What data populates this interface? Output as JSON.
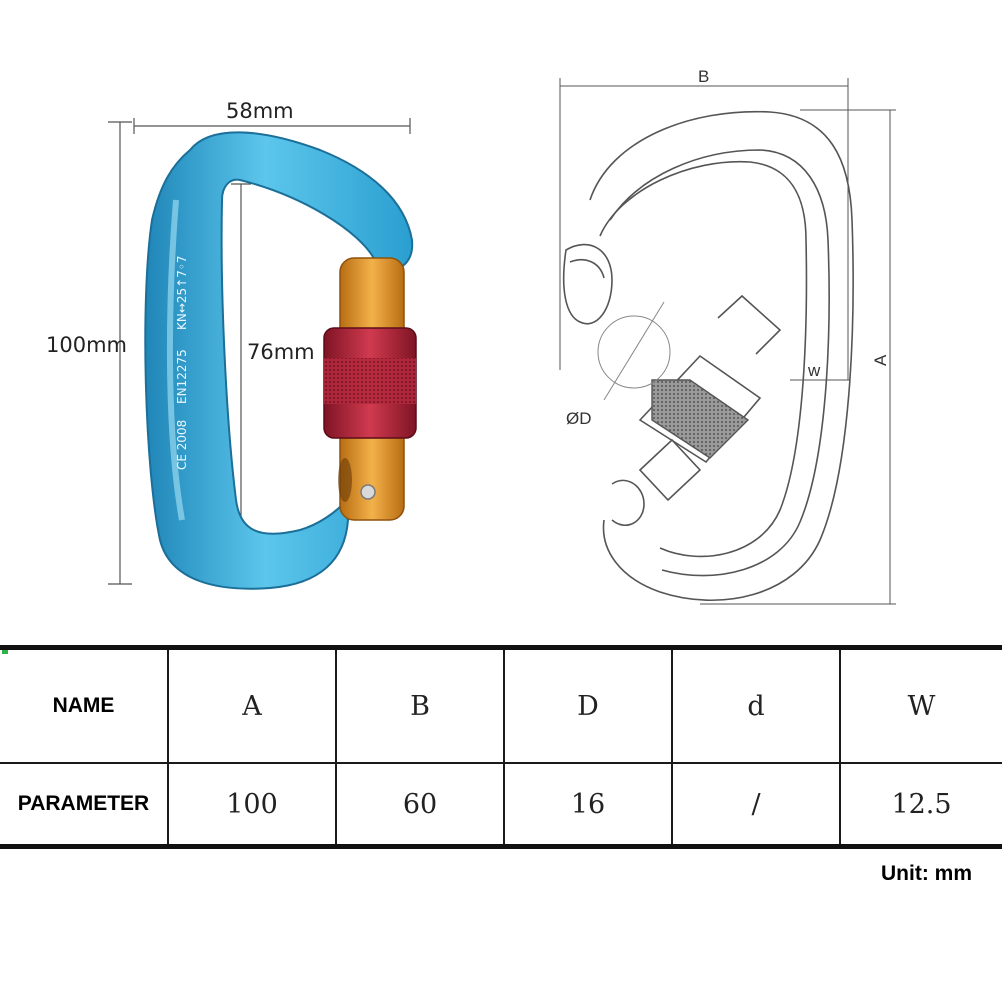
{
  "photo": {
    "width_label": "58mm",
    "height_label": "100mm",
    "gate_label": "76mm",
    "stamp_line1": "KN↔25↑7◦7",
    "stamp_line2": "EN12275",
    "stamp_line3": "CE 2008",
    "body_color": "#2fa3d2",
    "gate_color": "#d98a1e",
    "sleeve_color": "#b0273a"
  },
  "drawing": {
    "label_b": "B",
    "label_a": "A",
    "label_w": "w",
    "label_d": "ØD"
  },
  "table": {
    "row1_header": "NAME",
    "row2_header": "PARAMETER",
    "columns": [
      "A",
      "B",
      "D",
      "d",
      "W"
    ],
    "values": [
      "100",
      "60",
      "16",
      "/",
      "12.5"
    ]
  },
  "unit_note": "Unit: mm"
}
